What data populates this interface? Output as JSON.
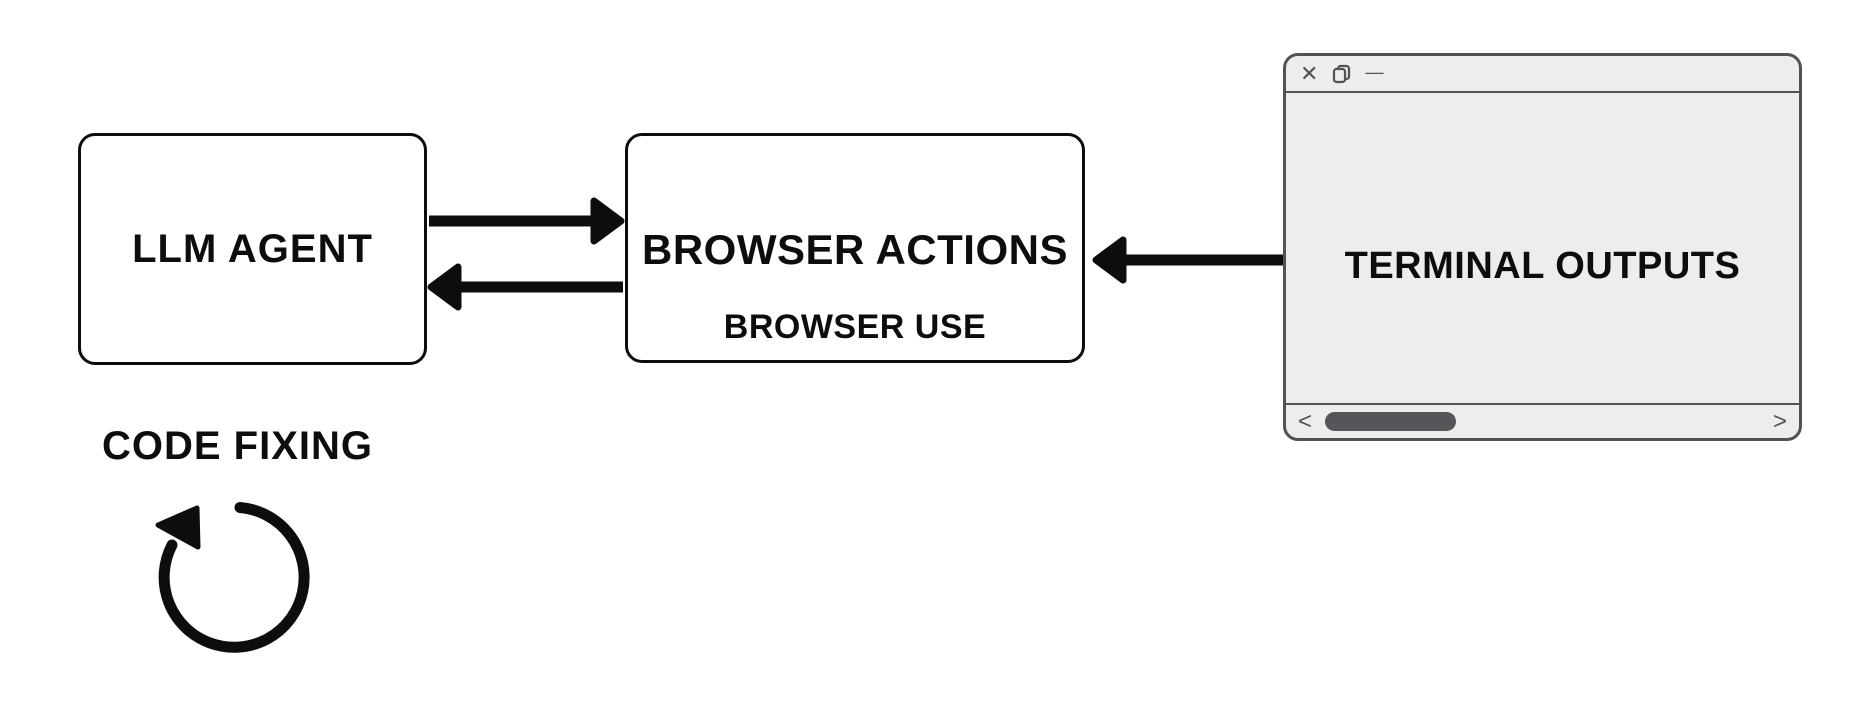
{
  "llm_box": {
    "label": "LLM AGENT"
  },
  "browser_box": {
    "title": "BROWSER ACTIONS",
    "subtitle": "BROWSER USE"
  },
  "terminal_window": {
    "title": "TERMINAL OUTPUTS",
    "controls": {
      "close": "✕",
      "restore": "double-square",
      "minimize": "—"
    },
    "scrollbar": {
      "left": "<",
      "right": ">"
    }
  },
  "loop": {
    "label": "CODE FIXING",
    "icon": "clockwise-loop-arrow"
  },
  "connections": [
    {
      "from": "llm-agent",
      "to": "browser-actions",
      "direction": "right"
    },
    {
      "from": "browser-actions",
      "to": "llm-agent",
      "direction": "left"
    },
    {
      "from": "terminal-outputs",
      "to": "browser-actions",
      "direction": "left"
    }
  ],
  "colors": {
    "ink": "#0d0d0d",
    "canvas_bg": "#ffffff",
    "window_bg": "#ededed",
    "window_chrome": "#515156",
    "scroll_thumb": "#55555a"
  }
}
